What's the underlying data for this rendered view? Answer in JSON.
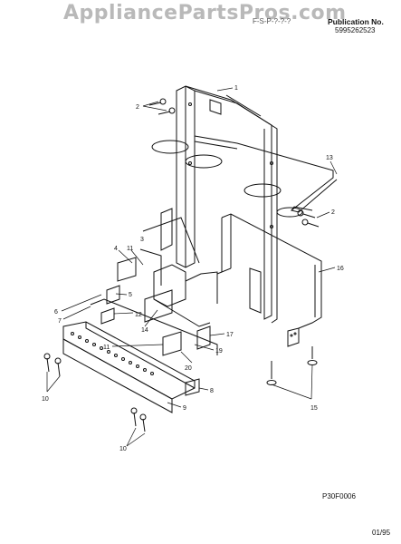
{
  "header": {
    "watermark": "AppliancePartsPros.com",
    "model_text": "F-S-P-?-?-?",
    "publication_label": "Publication No.",
    "publication_number": "5995262523"
  },
  "footer": {
    "figure_code": "P30F0006",
    "date": "01/95"
  },
  "callouts": {
    "c1": "1",
    "c2a": "2",
    "c2b": "2",
    "c3": "3",
    "c4": "4",
    "c5": "5",
    "c6": "6",
    "c7": "7",
    "c8": "8",
    "c9": "9",
    "c10a": "10",
    "c10b": "10",
    "c11a": "11",
    "c11b": "11",
    "c12": "12",
    "c13": "13",
    "c14": "14",
    "c15": "15",
    "c16": "16",
    "c17": "17",
    "c19": "19",
    "c20": "20"
  }
}
